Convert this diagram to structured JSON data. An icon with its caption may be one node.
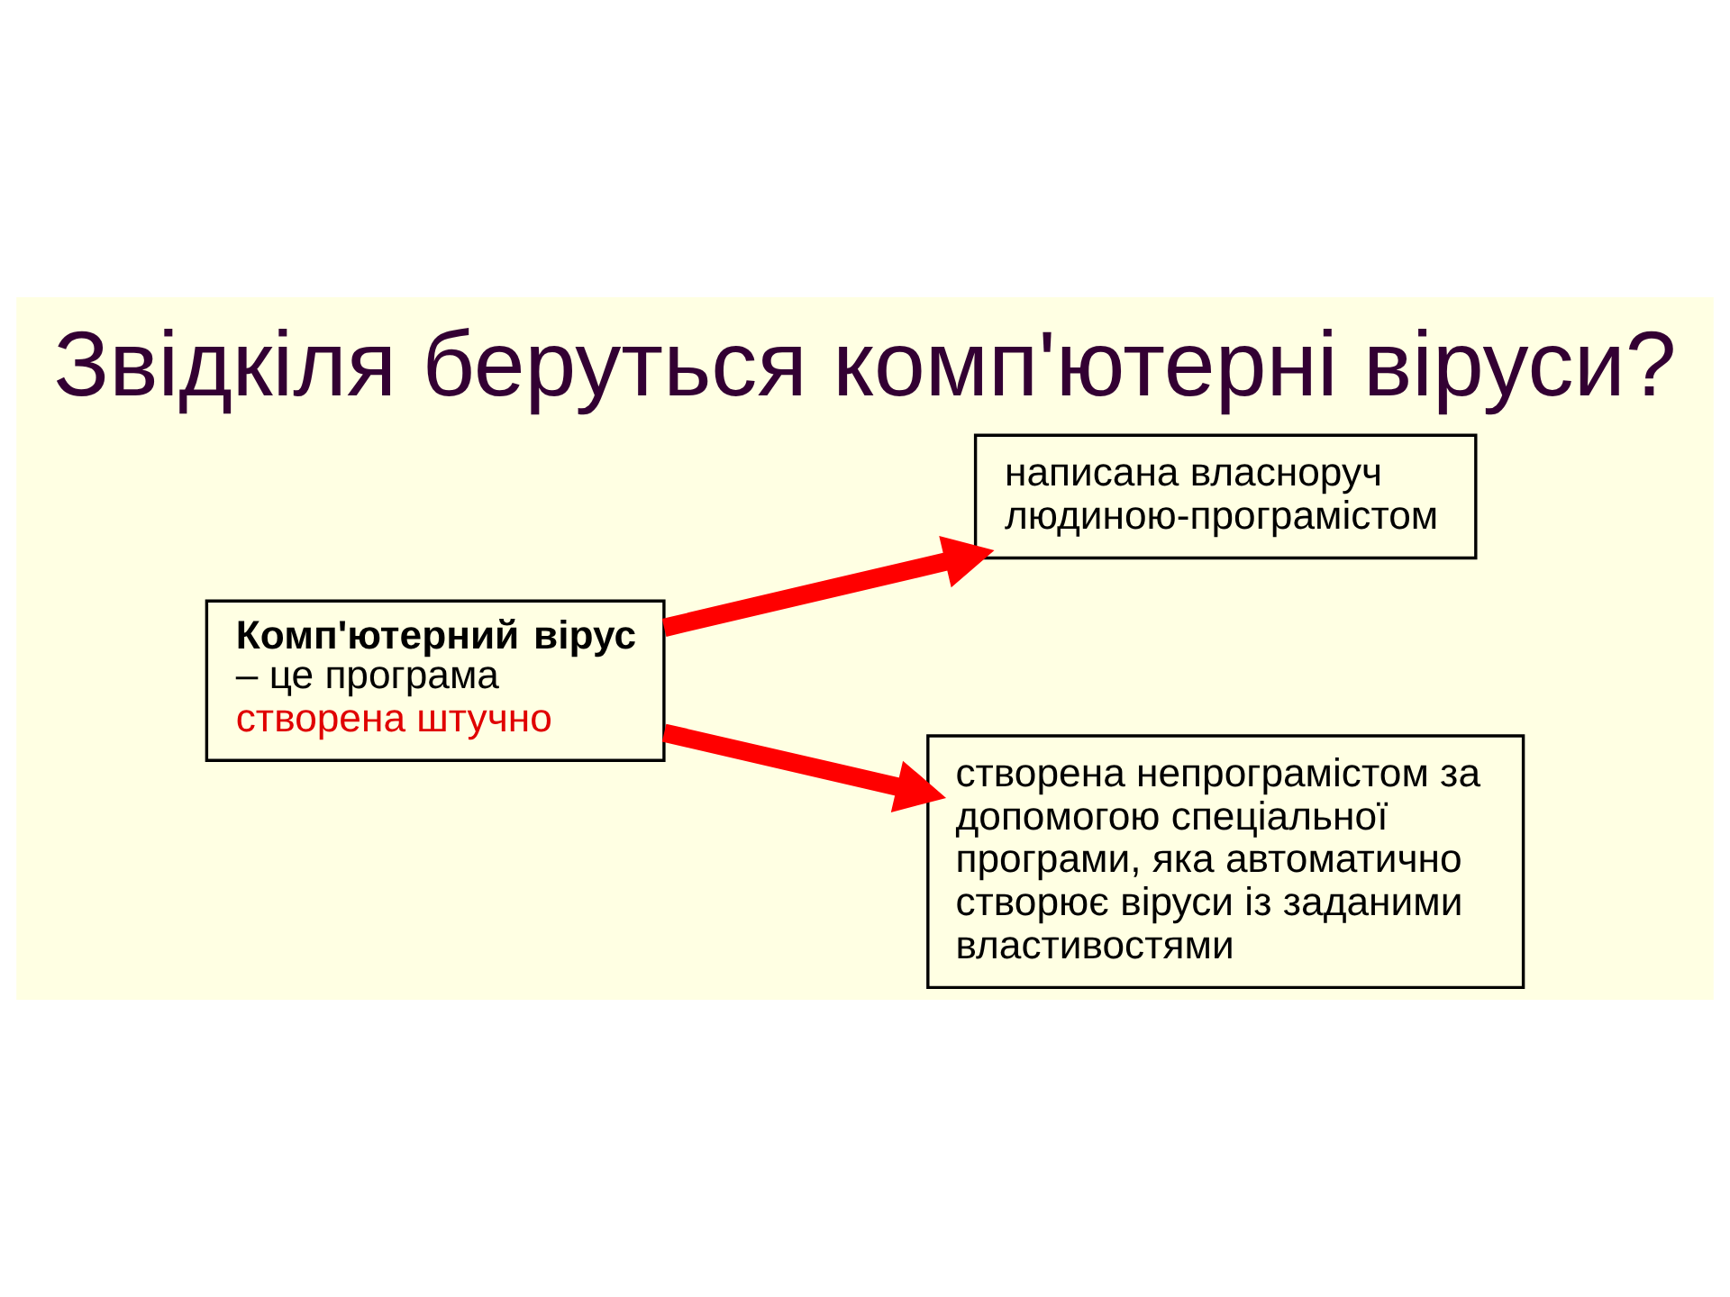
{
  "diagram": {
    "title": "Звідкіля беруться комп'ютерні віруси?",
    "nodes": [
      {
        "text": [
          "**Комп'ютерний вірус** – це програма",
          "створена штучно"
        ]
      },
      {
        "text": [
          "написана власноруч людиною-програмістом"
        ]
      },
      {
        "text": [
          "створена непрограмістом за допомогою спеціальної програми, яка автоматично створює віруси із заданими властивостями"
        ]
      }
    ],
    "edges": [
      {
        "from": 0,
        "to": 1,
        "arrow": "to"
      },
      {
        "from": 0,
        "to": 2,
        "arrow": "to"
      }
    ]
  }
}
